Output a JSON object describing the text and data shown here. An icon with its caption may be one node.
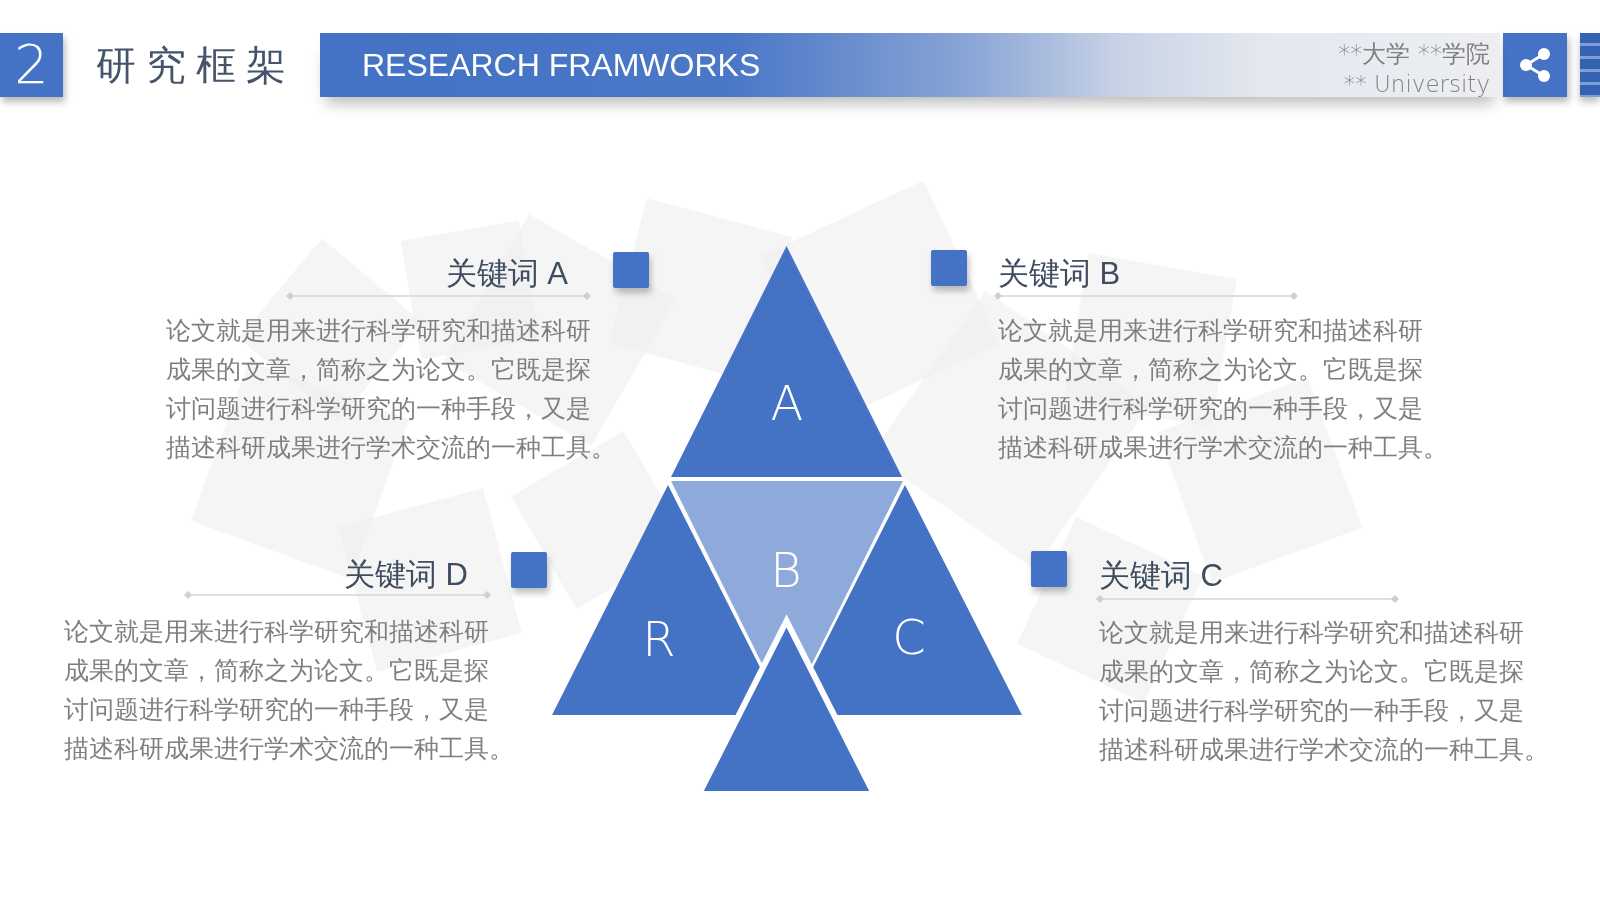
{
  "diagram": {
    "title": "研究框架",
    "nodes": [
      {
        "text": [
          "2"
        ]
      },
      {
        "text": [
          "RESEARCH FRAMWORKS",
          "**大学 **学院",
          "** University"
        ]
      },
      {
        "text": [
          "A"
        ]
      },
      {
        "text": [
          "B"
        ]
      },
      {
        "text": [
          "R"
        ]
      },
      {
        "text": [
          "C"
        ]
      },
      {
        "text": [],
        "shape": "triangle"
      }
    ],
    "labels": [
      "关键词 A",
      "论文就是用来进行科学研究和描述科研成果的文章，简称之为论文。它既是探讨问题进行科学研究的一种手段，又是描述科研成果进行学术交流的一种工具。",
      "关键词 B",
      "论文就是用来进行科学研究和描述科研成果的文章，简称之为论文。它既是探讨问题进行科学研究的一种手段，又是描述科研成果进行学术交流的一种工具。",
      "关键词 D",
      "论文就是用来进行科学研究和描述科研成果的文章，简称之为论文。它既是探讨问题进行科学研究的一种手段，又是描述科研成果进行学术交流的一种工具。",
      "关键词 C",
      "论文就是用来进行科学研究和描述科研成果的文章，简称之为论文。它既是探讨问题进行科学研究的一种手段，又是描述科研成果进行学术交流的一种工具。"
    ]
  }
}
